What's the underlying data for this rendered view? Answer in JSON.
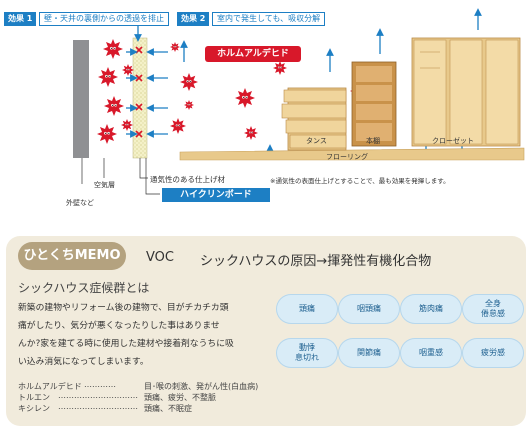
{
  "effects": [
    {
      "tag": "効果 1",
      "text": "壁・天井の裏側からの透過を排止"
    },
    {
      "tag": "効果 2",
      "text": "室内で発生しても、吸収分解"
    }
  ],
  "formaldehyde_label": "ホルムアルデヒド",
  "furniture": {
    "tansu": "タンス",
    "hondana": "本棚",
    "closet": "クローゼット",
    "flooring": "フローリング"
  },
  "wall_labels": {
    "air_layer": "空気層",
    "exterior": "外壁など",
    "breathable": "通気性のある仕上げ材",
    "note": "※通気性の表面仕上げとすることで、最も効果を発揮します。",
    "board": "ハイクリンボード"
  },
  "memo": {
    "badge": "ひとくちMEMO",
    "voc": "VOC",
    "headline": "シックハウスの原因→揮発性有機化合物",
    "subheading": "シックハウス症候群とは",
    "paragraph_lines": [
      "新築の建物やリフォーム後の建物で、目がチカチカ頭",
      "痛がしたり、気分が悪くなったりした事はありませ",
      "んか?家を建てる時に使用した建材や接着剤なうちに吸",
      "い込み消気になってしまいます。"
    ],
    "chemicals": [
      {
        "name": "ホルムアルデヒド",
        "dots": "…………",
        "effect": "目･喉の刺激、発がん性(白血病)"
      },
      {
        "name": "トルエン",
        "dots": "…………………………",
        "effect": "頭痛、疲労、不整脈"
      },
      {
        "name": "キシレン",
        "dots": "…………………………",
        "effect": "頭痛、不眠症"
      }
    ],
    "symptoms": [
      [
        "頭痛",
        "咽頭痛",
        "筋肉痛",
        "全身\n倦怠感"
      ],
      [
        "動悸\n息切れ",
        "関節痛",
        "咽重感",
        "疲労感"
      ]
    ]
  },
  "colors": {
    "blue": "#1d7fc4",
    "red": "#d8182a",
    "wood": "#e8c98b",
    "memo_bg": "#f1ebdc"
  }
}
